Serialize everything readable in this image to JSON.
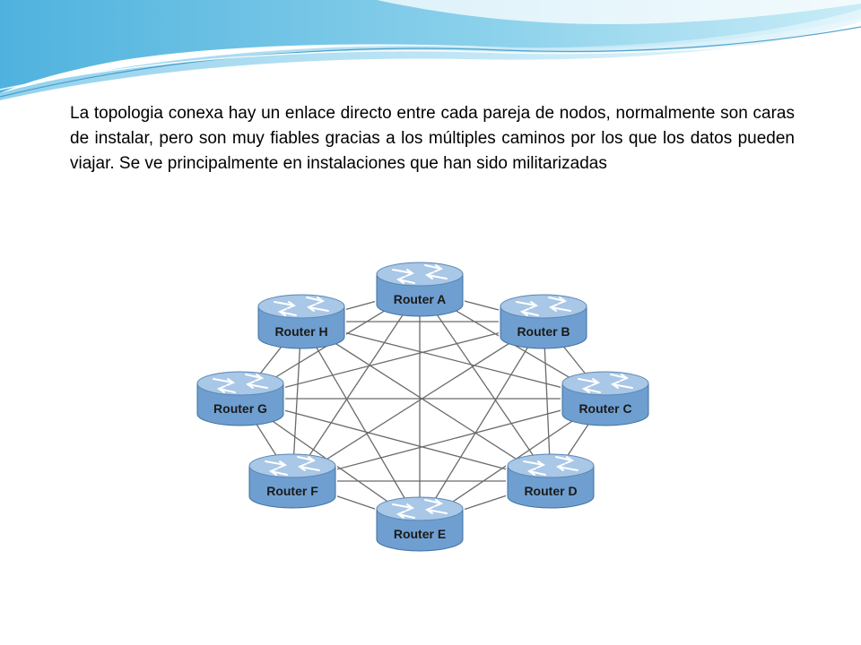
{
  "slide": {
    "body_text": "La topologia conexa hay un enlace directo entre cada pareja de nodos, normalmente son caras de instalar, pero son muy fiables gracias a los múltiples caminos por los que los datos pueden viajar. Se ve principalmente en instalaciones que han sido militarizadas"
  },
  "diagram": {
    "router_icon": "router-icon",
    "colors": {
      "router_top": "#a9c7e6",
      "router_body": "#6f9fd0",
      "link": "#6a6a6a",
      "label": "#1a1a1a"
    },
    "routers": [
      {
        "id": "A",
        "label": "Router A"
      },
      {
        "id": "B",
        "label": "Router B"
      },
      {
        "id": "C",
        "label": "Router C"
      },
      {
        "id": "D",
        "label": "Router D"
      },
      {
        "id": "E",
        "label": "Router E"
      },
      {
        "id": "F",
        "label": "Router F"
      },
      {
        "id": "G",
        "label": "Router G"
      },
      {
        "id": "H",
        "label": "Router H"
      }
    ]
  }
}
